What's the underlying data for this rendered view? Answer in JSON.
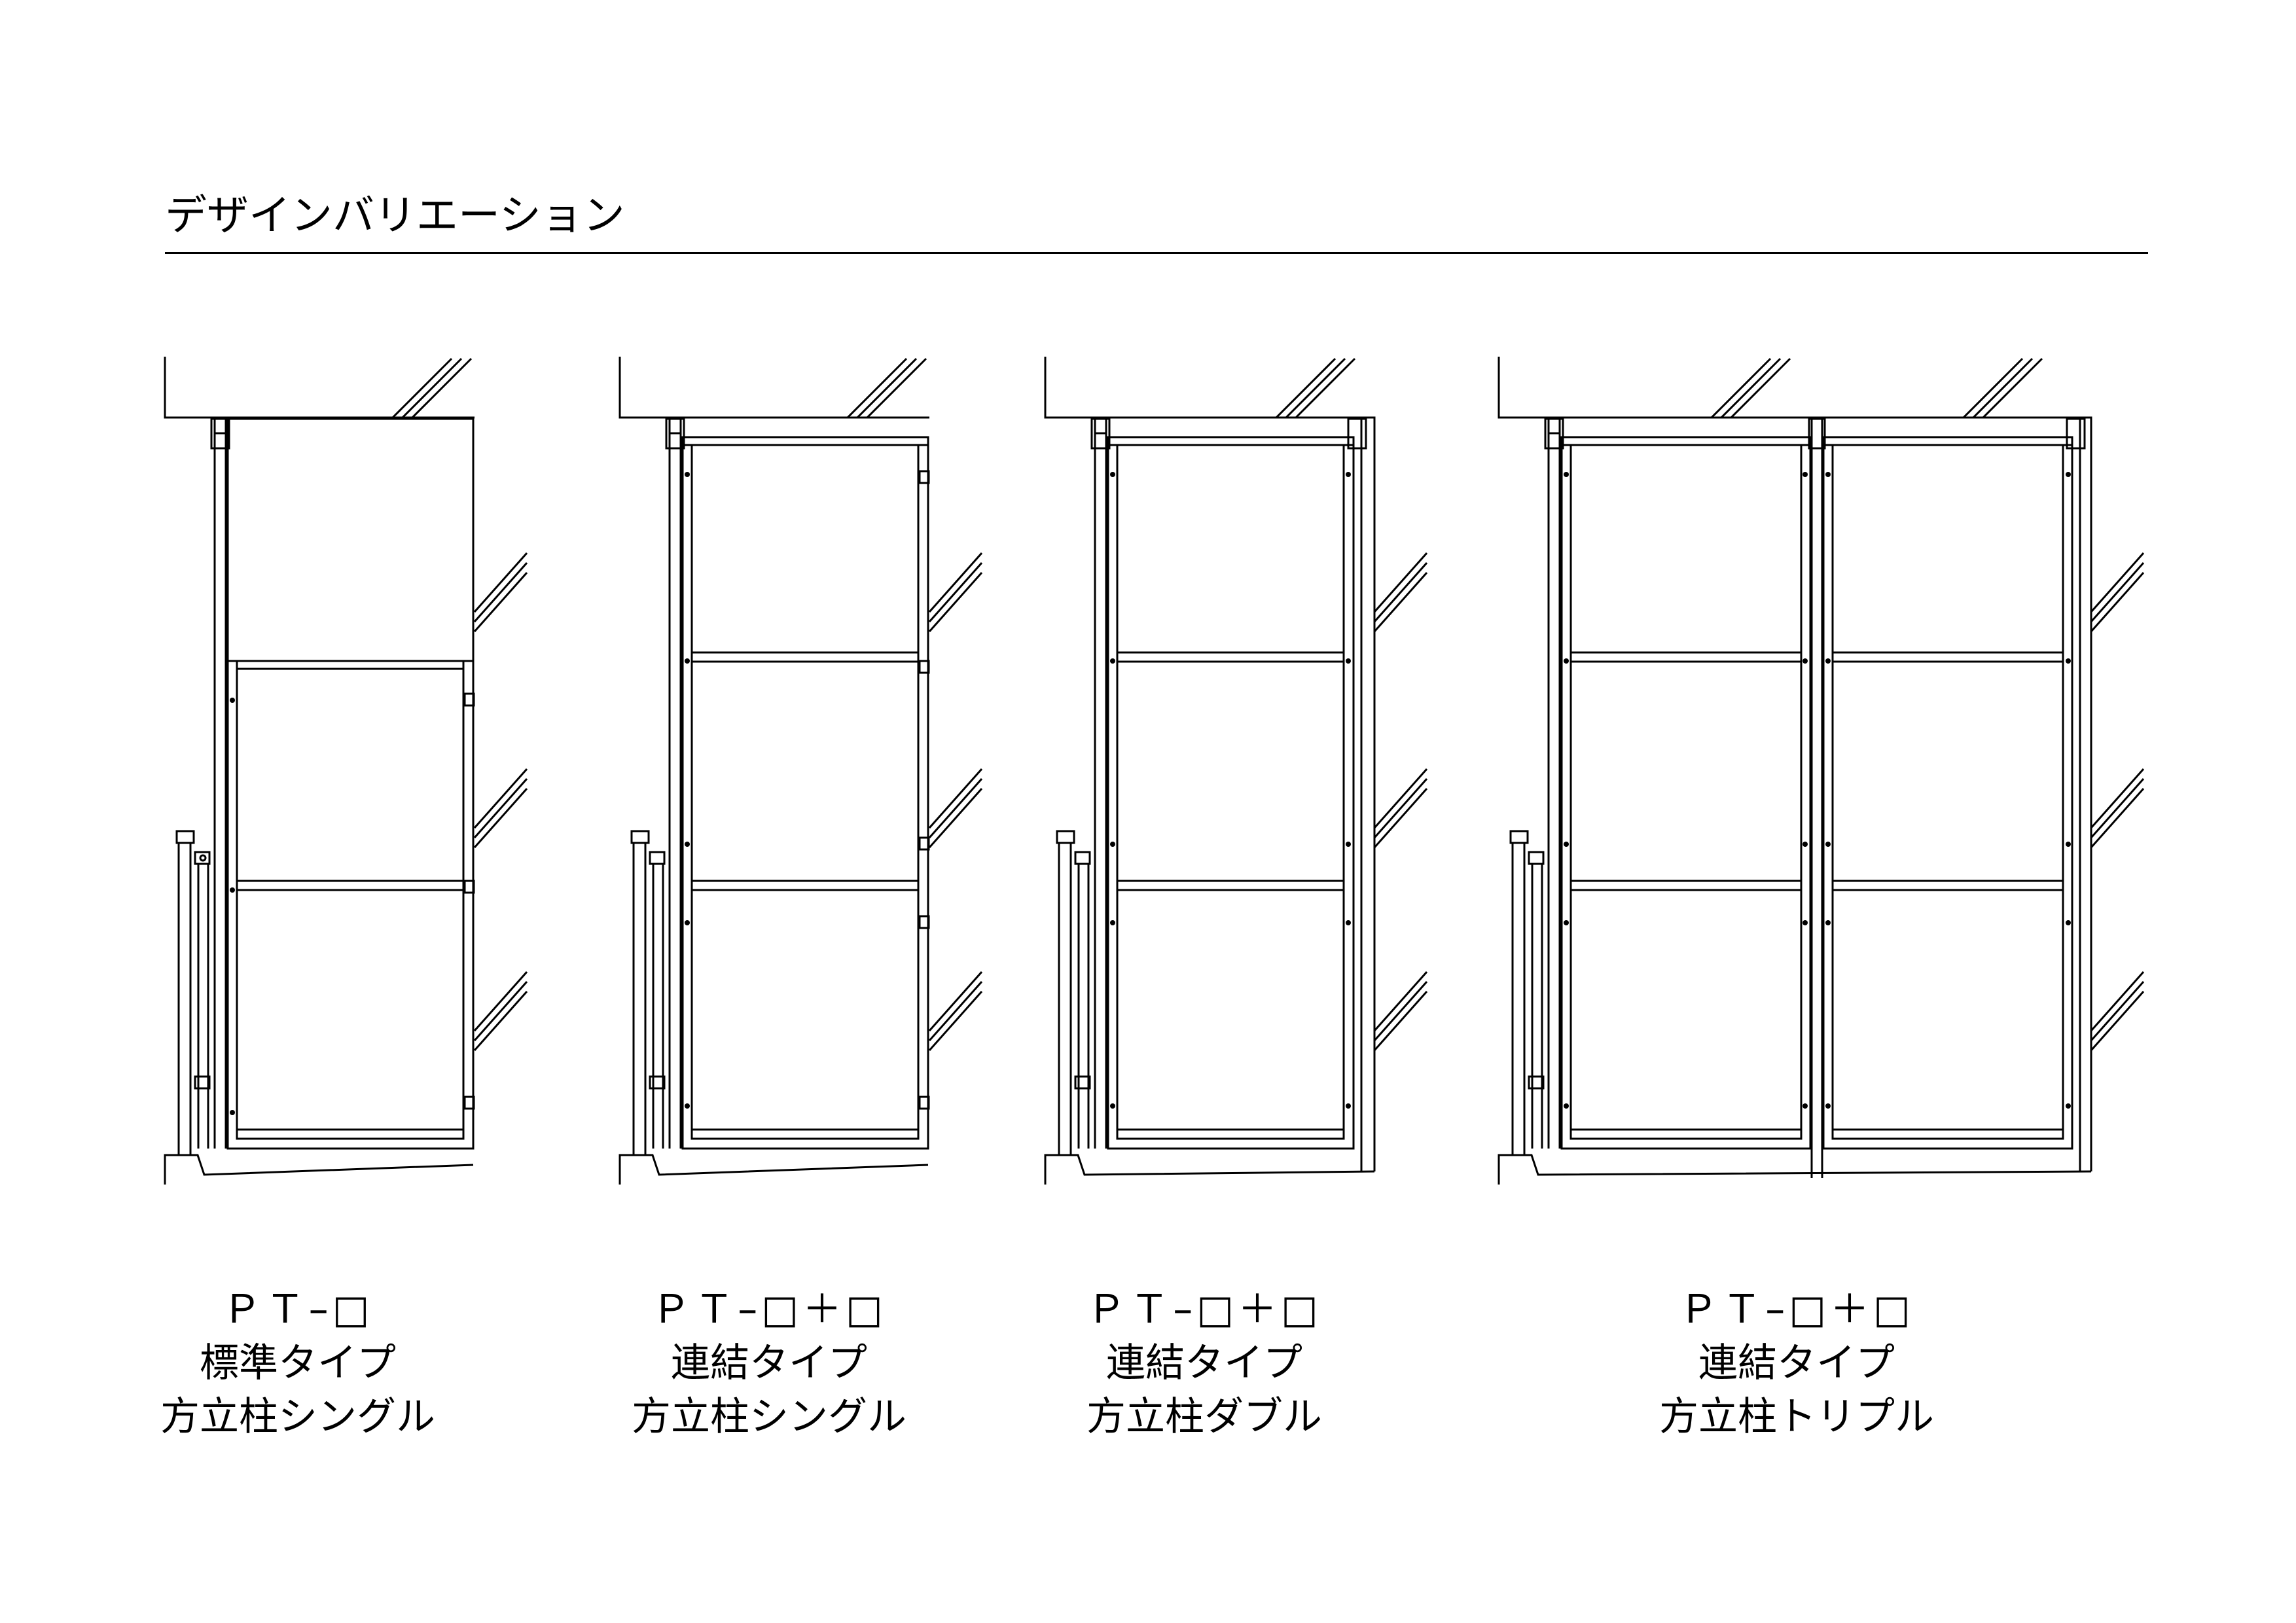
{
  "page": {
    "title": "デザインバリエーション"
  },
  "variants": [
    {
      "id": "standard-single",
      "code": "ＰＴ–□",
      "type_label": "標準タイプ",
      "post_label": "方立柱シングル",
      "panel_count": 1,
      "post": "single",
      "upper_section": "solid"
    },
    {
      "id": "linked-single",
      "code": "ＰＴ–□＋□",
      "type_label": "連結タイプ",
      "post_label": "方立柱シングル",
      "panel_count": 1,
      "post": "single",
      "upper_section": "framed"
    },
    {
      "id": "linked-double",
      "code": "ＰＴ–□＋□",
      "type_label": "連結タイプ",
      "post_label": "方立柱ダブル",
      "panel_count": 1,
      "post": "double",
      "upper_section": "framed"
    },
    {
      "id": "linked-triple",
      "code": "ＰＴ–□＋□",
      "type_label": "連結タイプ",
      "post_label": "方立柱トリプル",
      "panel_count": 2,
      "post": "triple",
      "upper_section": "framed"
    }
  ],
  "style": {
    "line_color": "#000000",
    "background": "#ffffff"
  }
}
